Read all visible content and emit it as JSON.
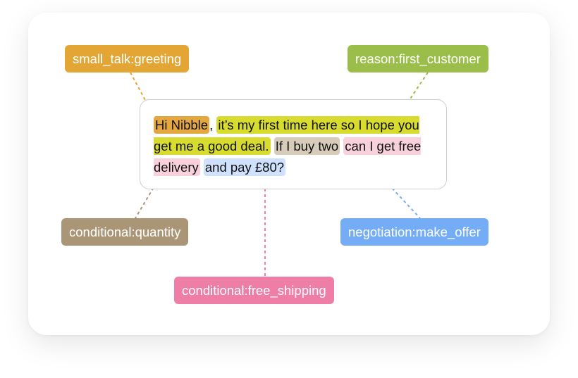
{
  "message": {
    "segments": [
      {
        "key": "greeting",
        "text": "Hi Nibble"
      },
      {
        "key": "plain",
        "text": ", "
      },
      {
        "key": "reason",
        "text": "it’s my first time here so I hope you get me a good deal."
      },
      {
        "key": "plain",
        "text": " "
      },
      {
        "key": "quantity",
        "text": "If I buy two"
      },
      {
        "key": "plain",
        "text": " "
      },
      {
        "key": "shipping",
        "text": "can I get free delivery"
      },
      {
        "key": "plain",
        "text": " "
      },
      {
        "key": "offer",
        "text": "and pay £80?"
      }
    ]
  },
  "tags": {
    "greeting": "small_talk:greeting",
    "reason": "reason:first_customer",
    "quantity": "conditional:quantity",
    "offer": "negotiation:make_offer",
    "shipping": "conditional:free_shipping"
  },
  "colors": {
    "greeting": "#e3a634",
    "reason": "#9bbd49",
    "quantity": "#aa9677",
    "offer": "#74acf5",
    "shipping": "#ef7ea6"
  }
}
